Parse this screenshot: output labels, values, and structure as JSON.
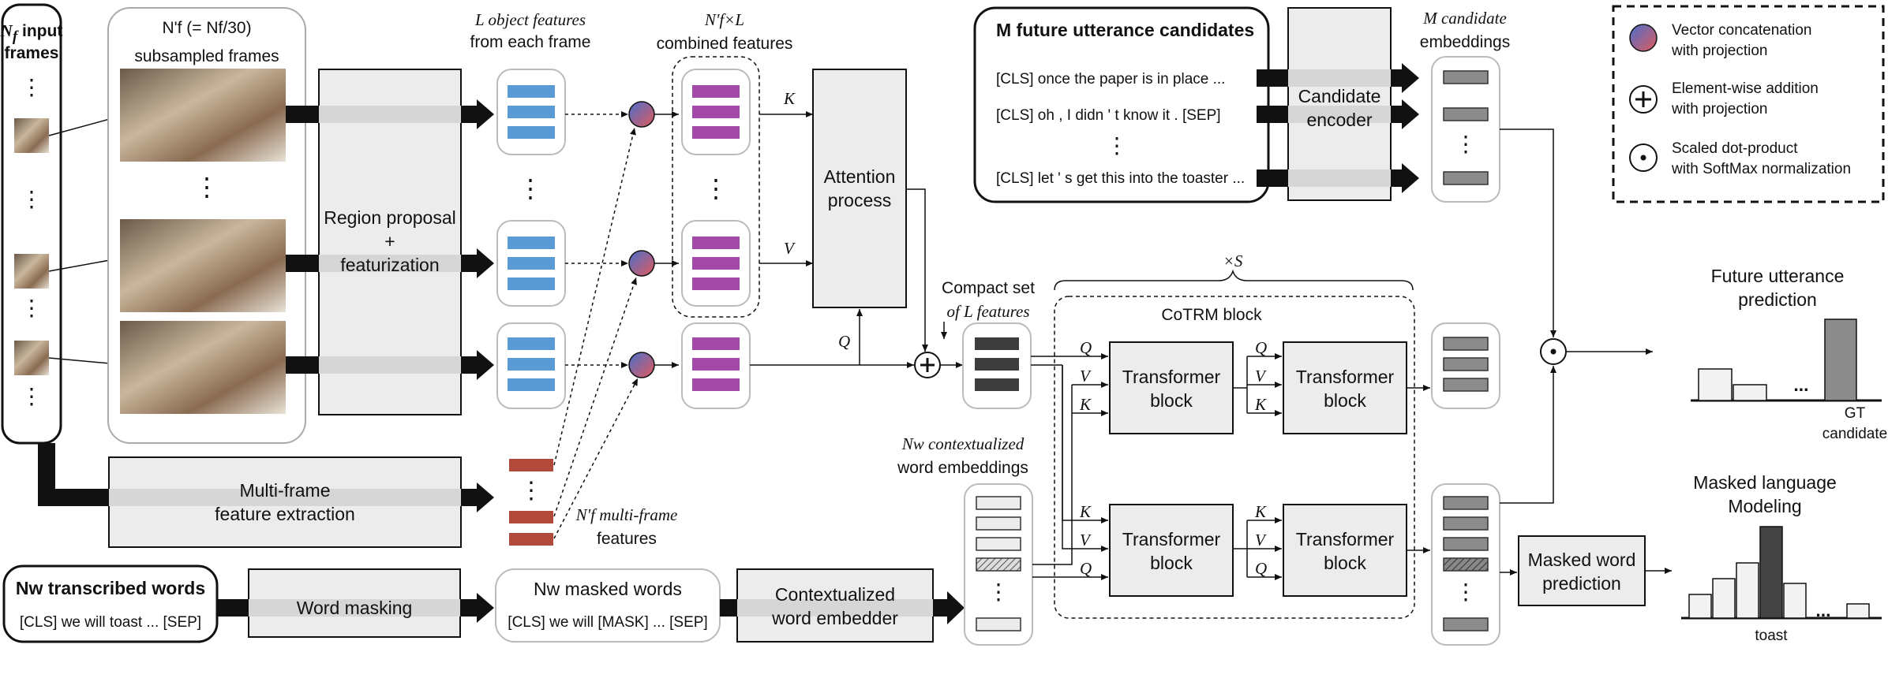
{
  "input_frames": {
    "line1": "N",
    "sub": "f",
    "line1_rest": " input",
    "line2": "frames"
  },
  "subsampled": {
    "line1": "N'f (= Nf/30)",
    "line2": "subsampled frames"
  },
  "region_proposal": {
    "line1": "Region proposal",
    "line2": "+",
    "line3": "featurization"
  },
  "object_features": {
    "line1": "L object features",
    "line2": "from each frame"
  },
  "combined_features": {
    "line1": "N'f×L",
    "line2": "combined features"
  },
  "attention": {
    "line1": "Attention",
    "line2": "process"
  },
  "kvq": {
    "k": "K",
    "v": "V",
    "q": "Q"
  },
  "compact_set": {
    "line1": "Compact set",
    "line2": "of L features"
  },
  "multi_frame_extraction": {
    "line1": "Multi-frame",
    "line2": "feature extraction"
  },
  "multi_frame_features": {
    "line1": "N'f multi-frame",
    "line2": "features"
  },
  "transcribed_words": {
    "title": "Nw transcribed words",
    "text": "[CLS] we will toast ... [SEP]"
  },
  "word_masking": {
    "label": "Word masking"
  },
  "masked_words": {
    "title": "Nw masked words",
    "text": "[CLS] we will [MASK] ... [SEP]"
  },
  "word_embedder": {
    "line1": "Contextualized",
    "line2": "word embedder"
  },
  "contextualized_embeddings": {
    "line1": "Nw contextualized",
    "line2": "word embeddings"
  },
  "candidates": {
    "title": "M future utterance candidates",
    "items": [
      "[CLS] once the paper is in place ...",
      "[CLS] oh , I didn ' t know it . [SEP]",
      "[CLS] let ' s get this into the toaster ..."
    ]
  },
  "candidate_encoder": {
    "line1": "Candidate",
    "line2": "encoder"
  },
  "candidate_embeddings": {
    "line1": "M candidate",
    "line2": "embeddings"
  },
  "cotrm": {
    "repeat": "×S",
    "label": "CoTRM block"
  },
  "transformer": {
    "line1": "Transformer",
    "line2": "block"
  },
  "future_prediction": {
    "line1": "Future utterance",
    "line2": "prediction",
    "gt_line1": "GT",
    "gt_line2": "candidate",
    "dots": "..."
  },
  "masked_word_prediction": {
    "line1": "Masked word",
    "line2": "prediction"
  },
  "mlm": {
    "line1": "Masked language",
    "line2": "Modeling",
    "answer": "toast",
    "dots": "..."
  },
  "legend": {
    "concat": {
      "line1": "Vector concatenation",
      "line2": "with projection"
    },
    "add": {
      "line1": "Element-wise addition",
      "line2": "with projection"
    },
    "dot": {
      "line1": "Scaled dot-product",
      "line2": "with SoftMax normalization"
    }
  },
  "colors": {
    "blue": "#5b9bd5",
    "purple": "#a34aa8",
    "red": "#b24a3b",
    "dark": "#3c3c3c",
    "gray": "#8c8c8c",
    "light": "#ececec"
  }
}
